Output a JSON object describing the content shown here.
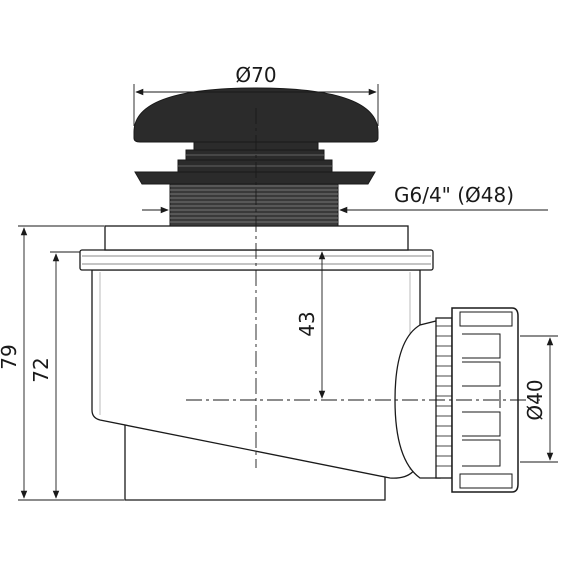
{
  "diagram": {
    "dimensions": {
      "cap_diameter": "Ø70",
      "thread_spec": "G6/4\" (Ø48)",
      "depth_inner": "43",
      "height_total": "79",
      "height_body": "72",
      "outlet_diameter": "Ø40"
    },
    "colors": {
      "line": "#1a1a1a",
      "cap_fill": "#2b2b2b",
      "body_fill": "#ffffff",
      "thread_fill": "#3a3a3a"
    }
  }
}
